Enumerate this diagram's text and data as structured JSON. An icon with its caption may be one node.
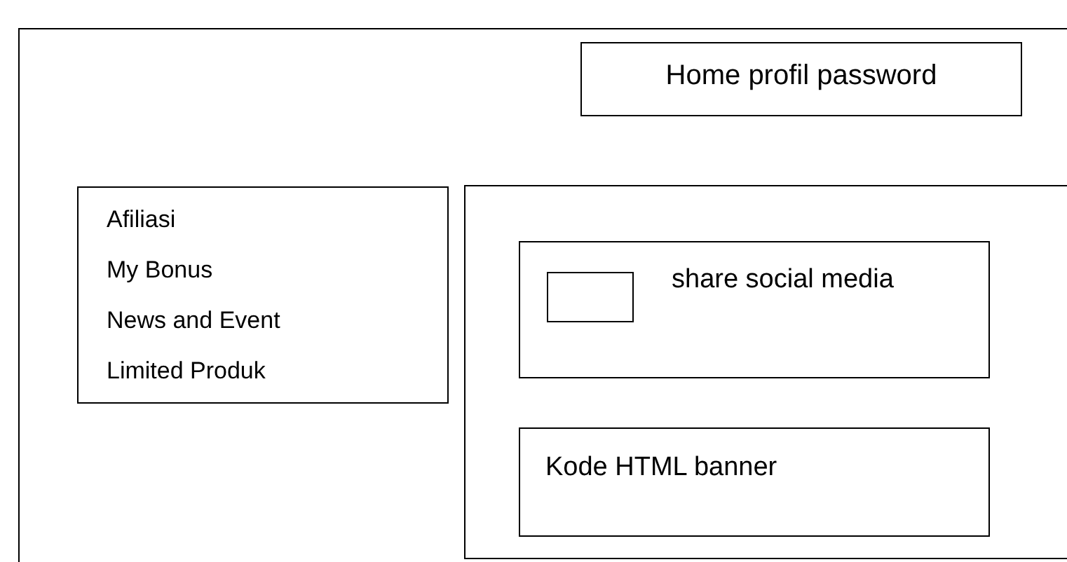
{
  "diagram": {
    "nodes": [
      {
        "text": [],
        "shape": "box"
      },
      {
        "text": [
          "Home profil password"
        ],
        "in": 0
      },
      {
        "text": [
          "Afiliasi",
          "My Bonus",
          "News and Event",
          "Limited Produk"
        ],
        "in": 0
      },
      {
        "text": [],
        "shape": "box",
        "in": 0
      },
      {
        "text": [
          "share social media"
        ],
        "in": 3
      },
      {
        "text": [],
        "shape": "box",
        "in": 4
      },
      {
        "text": [
          "Kode HTML banner"
        ],
        "in": 3
      }
    ],
    "edges": []
  }
}
